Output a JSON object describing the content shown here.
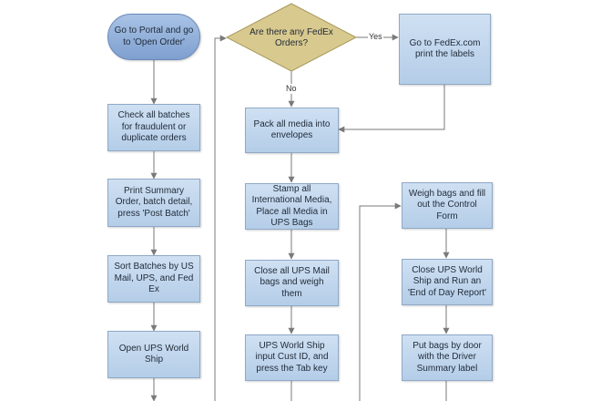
{
  "nodes": {
    "start": "Go to Portal and go to 'Open Order'",
    "check_batches": "Check all batches for fraudulent or duplicate orders",
    "print_summary": "Print Summary Order, batch detail, press 'Post Batch'",
    "sort_batches": "Sort Batches by US Mail, UPS, and Fed Ex",
    "open_ups": "Open UPS World Ship",
    "fedex_decision": "Are there any FedEx Orders?",
    "fedex_print": "Go to FedEx.com print the labels",
    "pack_media": "Pack all media into envelopes",
    "stamp_media": "Stamp all International Media, Place all Media in UPS Bags",
    "close_bags": "Close all UPS Mail bags and weigh them",
    "input_cust": "UPS World Ship input Cust ID, and press the Tab key",
    "weigh_bags": "Weigh bags and fill out the Control Form",
    "close_ups": "Close UPS World Ship and Run an 'End of Day Report'",
    "put_bags": "Put bags by door with the Driver Summary label"
  },
  "edge_labels": {
    "yes": "Yes",
    "no": "No"
  },
  "colors": {
    "process_fill": "#bcd3ec",
    "start_fill": "#8eabd8",
    "decision_fill": "#d8c98e",
    "connector": "#7a7a7a"
  }
}
